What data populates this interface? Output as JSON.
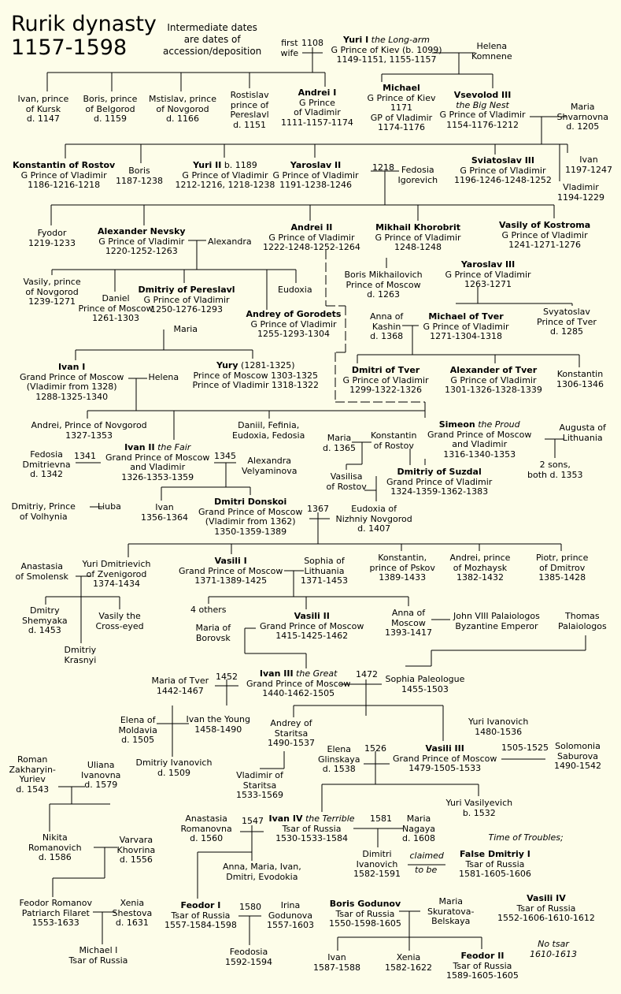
{
  "title": [
    "Rurik dynasty",
    "1157-1598"
  ],
  "subtitle": [
    "Intermediate dates",
    "are dates of",
    "accession/deposition"
  ],
  "people": [
    {
      "id": "yuri1",
      "lines": [
        {
          "b": "Yuri I",
          "i": " the Long-arm"
        },
        "G Prince of Kiev (b. 1099)",
        "1149-1151, 1155-1157"
      ]
    },
    {
      "id": "helena-komnene",
      "lines": [
        "Helena",
        "Komnene"
      ]
    },
    {
      "id": "first-wife",
      "lines": [
        "first",
        "wife"
      ]
    },
    {
      "id": "ivan-kursk",
      "lines": [
        "Ivan, prince",
        "of Kursk",
        "d. 1147"
      ]
    },
    {
      "id": "boris-belgorod",
      "lines": [
        "Boris, prince",
        "of Belgorod",
        "d. 1159"
      ]
    },
    {
      "id": "mstislav",
      "lines": [
        "Mstislav, prince",
        "of Novgorod",
        "d. 1166"
      ]
    },
    {
      "id": "rostislav",
      "lines": [
        "Rostislav",
        "prince of",
        "Pereslavl",
        "d. 1151"
      ]
    },
    {
      "id": "andrei1",
      "lines": [
        {
          "b": "Andrei I"
        },
        "G Prince",
        "of Vladimir",
        "1111-1157-1174"
      ]
    },
    {
      "id": "michael",
      "lines": [
        {
          "b": "Michael"
        },
        "G Prince of Kiev",
        "1171",
        "GP of Vladimir",
        "1174-1176"
      ]
    },
    {
      "id": "vsevolod3",
      "lines": [
        {
          "b": "Vsevolod III"
        },
        {
          "i": "the Big Nest"
        },
        "G Prince of Vladimir",
        "1154-1176-1212"
      ]
    },
    {
      "id": "maria-shvarnovna",
      "lines": [
        "Maria",
        "Shvarnovna",
        "d. 1205"
      ]
    },
    {
      "id": "konstantin-rostov",
      "lines": [
        {
          "b": "Konstantin of Rostov"
        },
        "G Prince of Vladimir",
        "1186-1216-1218"
      ]
    },
    {
      "id": "boris-1187",
      "lines": [
        "Boris",
        "1187-1238"
      ]
    },
    {
      "id": "yuri2",
      "lines": [
        {
          "b": "Yuri II",
          "t": " b. 1189"
        },
        "G Prince of Vladimir",
        "1212-1216, 1218-1238"
      ]
    },
    {
      "id": "yaroslav2",
      "lines": [
        {
          "b": "Yaroslav II"
        },
        "G Prince of Vladimir",
        "1191-1238-1246"
      ]
    },
    {
      "id": "fedosia-igorevich",
      "lines": [
        "Fedosia",
        "Igorevich"
      ]
    },
    {
      "id": "sviatoslav3",
      "lines": [
        {
          "b": "Sviatoslav III"
        },
        "G Prince of Vladimir",
        "1196-1246-1248-1252"
      ]
    },
    {
      "id": "ivan-1197",
      "lines": [
        "Ivan",
        "1197-1247"
      ]
    },
    {
      "id": "vladimir-1194",
      "lines": [
        "Vladimir",
        "1194-1229"
      ]
    },
    {
      "id": "fyodor",
      "lines": [
        "Fyodor",
        "1219-1233"
      ]
    },
    {
      "id": "nevsky",
      "lines": [
        {
          "b": "Alexander Nevsky"
        },
        "G Prince of Vladimir",
        "1220-1252-1263"
      ]
    },
    {
      "id": "alexandra",
      "lines": [
        "Alexandra"
      ]
    },
    {
      "id": "andrei2",
      "lines": [
        {
          "b": "Andrei II"
        },
        "G Prince of Vladimir",
        "1222-1248-1252-1264"
      ]
    },
    {
      "id": "mikhail-khorobrit",
      "lines": [
        {
          "b": "Mikhail Khorobrit"
        },
        "G Prince of Vladimir",
        "1248-1248"
      ]
    },
    {
      "id": "vasily-kostroma",
      "lines": [
        {
          "b": "Vasily of Kostroma"
        },
        "G Prince of Vladimir",
        "1241-1271-1276"
      ]
    },
    {
      "id": "vasily-novgorod",
      "lines": [
        "Vasily, prince",
        "of Novgorod",
        "1239-1271"
      ]
    },
    {
      "id": "daniel",
      "lines": [
        "Daniel",
        "Prince of Moscow",
        "1261-1303"
      ]
    },
    {
      "id": "maria-daniel",
      "lines": [
        "Maria"
      ]
    },
    {
      "id": "dmitriy-pereslavl",
      "lines": [
        {
          "b": "Dmitriy of Pereslavl"
        },
        "G Prince of Vladimir",
        "1250-1276-1293"
      ]
    },
    {
      "id": "eudoxia",
      "lines": [
        "Eudoxia"
      ]
    },
    {
      "id": "andrey-gorodets",
      "lines": [
        {
          "b": "Andrey of Gorodets"
        },
        "G Prince of Vladimir",
        "1255-1293-1304"
      ]
    },
    {
      "id": "boris-mikhailovich",
      "lines": [
        "Boris Mikhailovich",
        "Prince of Moscow",
        "d. 1263"
      ]
    },
    {
      "id": "yaroslav3",
      "lines": [
        {
          "b": "Yaroslav III"
        },
        "G Prince of Vladimir",
        "1263-1271"
      ]
    },
    {
      "id": "anna-kashin",
      "lines": [
        "Anna of",
        "Kashin",
        "d. 1368"
      ]
    },
    {
      "id": "michael-tver",
      "lines": [
        {
          "b": "Michael of Tver"
        },
        "G Prince of Vladimir",
        "1271-1304-1318"
      ]
    },
    {
      "id": "svyatoslav-tver",
      "lines": [
        "Svyatoslav",
        "Prince of Tver",
        "d. 1285"
      ]
    },
    {
      "id": "ivan1",
      "lines": [
        {
          "b": "Ivan I"
        },
        "Grand Prince of Moscow",
        "(Vladimir from 1328)",
        "1288-1325-1340"
      ]
    },
    {
      "id": "helena-ivan1",
      "lines": [
        "Helena"
      ]
    },
    {
      "id": "yury",
      "lines": [
        {
          "b": "Yury",
          "t": " (1281-1325)"
        },
        "Prince of Moscow 1303-1325",
        "Prince of Vladimir 1318-1322"
      ]
    },
    {
      "id": "dmitri-tver",
      "lines": [
        {
          "b": "Dmitri of Tver"
        },
        "G Prince of Vladimir",
        "1299-1322-1326"
      ]
    },
    {
      "id": "alexander-tver",
      "lines": [
        {
          "b": "Alexander of Tver"
        },
        "G Prince of Vladimir",
        "1301-1326-1328-1339"
      ]
    },
    {
      "id": "konstantin-1306",
      "lines": [
        "Konstantin",
        "1306-1346"
      ]
    },
    {
      "id": "andrei-novgorod",
      "lines": [
        "Andrei, Prince of Novgorod",
        "1327-1353"
      ]
    },
    {
      "id": "daniil-fefinia",
      "lines": [
        "Daniil, Fefinia,",
        "Eudoxia, Fedosia"
      ]
    },
    {
      "id": "maria-1365",
      "lines": [
        "Maria",
        "d. 1365"
      ]
    },
    {
      "id": "konstantin-rostov2",
      "lines": [
        "Konstantin",
        "of Rostov"
      ]
    },
    {
      "id": "simeon",
      "lines": [
        {
          "b": "Simeon",
          "i": " the Proud"
        },
        "Grand Prince of Moscow",
        "and Vladimir",
        "1316-1340-1353"
      ]
    },
    {
      "id": "augusta",
      "lines": [
        "Augusta of",
        "Lithuania"
      ]
    },
    {
      "id": "two-sons",
      "lines": [
        "2 sons,",
        "both d. 1353"
      ]
    },
    {
      "id": "fedosia-dmitrievna",
      "lines": [
        "Fedosia",
        "Dmitrievna",
        "d. 1342"
      ]
    },
    {
      "id": "y1341",
      "lines": [
        "1341"
      ]
    },
    {
      "id": "ivan2",
      "lines": [
        {
          "b": "Ivan II",
          "i": " the Fair"
        },
        "Grand Prince of Moscow",
        "and Vladimir",
        "1326-1353-1359"
      ]
    },
    {
      "id": "y1345",
      "lines": [
        "1345"
      ]
    },
    {
      "id": "alexandra-v",
      "lines": [
        "Alexandra",
        "Velyaminova"
      ]
    },
    {
      "id": "vasilisa",
      "lines": [
        "Vasilisa",
        "of Rostov"
      ]
    },
    {
      "id": "dmitriy-suzdal",
      "lines": [
        {
          "b": "Dmitriy of Suzdal"
        },
        "Grand Prince of Vladimir",
        "1324-1359-1362-1383"
      ]
    },
    {
      "id": "dmitriy-volhynia",
      "lines": [
        "Dmitriy, Prince",
        "of Volhynia"
      ]
    },
    {
      "id": "liuba",
      "lines": [
        "Liuba"
      ]
    },
    {
      "id": "ivan-1356",
      "lines": [
        "Ivan",
        "1356-1364"
      ]
    },
    {
      "id": "donskoi",
      "lines": [
        {
          "b": "Dmitri Donskoi"
        },
        "Grand Prince of Moscow",
        "(Vladimir from 1362)",
        "1350-1359-1389"
      ]
    },
    {
      "id": "y1367",
      "lines": [
        "1367"
      ]
    },
    {
      "id": "eudoxia-nizhny",
      "lines": [
        "Eudoxia of",
        "Nizhniy Novgorod",
        "d. 1407"
      ]
    },
    {
      "id": "anastasia-smolensk",
      "lines": [
        "Anastasia",
        "of Smolensk"
      ]
    },
    {
      "id": "yuri-zvenigorod",
      "lines": [
        "Yuri Dmitrievich",
        "of Zvenigorod",
        "1374-1434"
      ]
    },
    {
      "id": "vasili1",
      "lines": [
        {
          "b": "Vasili I"
        },
        "Grand Prince of Moscow",
        "1371-1389-1425"
      ]
    },
    {
      "id": "sophia-lithuania",
      "lines": [
        "Sophia of",
        "Lithuania",
        "1371-1453"
      ]
    },
    {
      "id": "konstantin-pskov",
      "lines": [
        "Konstantin,",
        "prince of Pskov",
        "1389-1433"
      ]
    },
    {
      "id": "andrei-mozhaysk",
      "lines": [
        "Andrei, prince",
        "of Mozhaysk",
        "1382-1432"
      ]
    },
    {
      "id": "piotr-dmitrov",
      "lines": [
        "Piotr, prince",
        "of Dmitrov",
        "1385-1428"
      ]
    },
    {
      "id": "dmitry-shemyaka",
      "lines": [
        "Dmitry",
        "Shemyaka",
        "d. 1453"
      ]
    },
    {
      "id": "vasily-crosseyed",
      "lines": [
        "Vasily the",
        "Cross-eyed"
      ]
    },
    {
      "id": "dmitriy-krasnyi",
      "lines": [
        "Dmitriy",
        "Krasnyi"
      ]
    },
    {
      "id": "four-others",
      "lines": [
        "4 others"
      ]
    },
    {
      "id": "maria-borovsk",
      "lines": [
        "Maria of",
        "Borovsk"
      ]
    },
    {
      "id": "vasili2",
      "lines": [
        {
          "b": "Vasili II"
        },
        "Grand Prince of Moscow",
        "1415-1425-1462"
      ]
    },
    {
      "id": "anna-moscow",
      "lines": [
        "Anna of",
        "Moscow",
        "1393-1417"
      ]
    },
    {
      "id": "john8",
      "lines": [
        "John VIII Palaiologos",
        "Byzantine Emperor"
      ]
    },
    {
      "id": "thomas",
      "lines": [
        "Thomas",
        "Palaiologos"
      ]
    },
    {
      "id": "maria-tver",
      "lines": [
        "Maria of Tver",
        "1442-1467"
      ]
    },
    {
      "id": "y1452",
      "lines": [
        "1452"
      ]
    },
    {
      "id": "ivan3",
      "lines": [
        {
          "b": "Ivan III",
          "i": " the Great"
        },
        "Grand Prince of Moscow",
        "1440-1462-1505"
      ]
    },
    {
      "id": "y1472",
      "lines": [
        "1472"
      ]
    },
    {
      "id": "sophia-paleologue",
      "lines": [
        "Sophia Paleologue",
        "1455-1503"
      ]
    },
    {
      "id": "elena-moldavia",
      "lines": [
        "Elena of",
        "Moldavia",
        "d. 1505"
      ]
    },
    {
      "id": "ivan-young",
      "lines": [
        "Ivan the Young",
        "1458-1490"
      ]
    },
    {
      "id": "andrey-staritsa",
      "lines": [
        "Andrey of",
        "Staritsa",
        "1490-1537"
      ]
    },
    {
      "id": "yuri-ivanovich",
      "lines": [
        "Yuri Ivanovich",
        "1480-1536"
      ]
    },
    {
      "id": "dmitriy-ivanovich",
      "lines": [
        "Dmitriy Ivanovich",
        "d. 1509"
      ]
    },
    {
      "id": "elena-glinskaya",
      "lines": [
        "Elena",
        "Glinskaya",
        "d. 1538"
      ]
    },
    {
      "id": "y1526",
      "lines": [
        "1526"
      ]
    },
    {
      "id": "vasili3",
      "lines": [
        {
          "b": "Vasili III"
        },
        "Grand Prince of Moscow",
        "1479-1505-1533"
      ]
    },
    {
      "id": "y1505-1525",
      "lines": [
        "1505-1525"
      ]
    },
    {
      "id": "solomonia",
      "lines": [
        "Solomonia",
        "Saburova",
        "1490-1542"
      ]
    },
    {
      "id": "roman",
      "lines": [
        "Roman",
        "Zakharyin-",
        "Yuriev",
        "d. 1543"
      ]
    },
    {
      "id": "uliana",
      "lines": [
        "Uliana",
        "Ivanovna",
        "d. 1579"
      ]
    },
    {
      "id": "vladimir-staritsa",
      "lines": [
        "Vladimir of",
        "Staritsa",
        "1533-1569"
      ]
    },
    {
      "id": "yuri-vasilyevich",
      "lines": [
        "Yuri Vasilyevich",
        "b. 1532"
      ]
    },
    {
      "id": "nikita",
      "lines": [
        "Nikita",
        "Romanovich",
        "d. 1586"
      ]
    },
    {
      "id": "varvara",
      "lines": [
        "Varvara",
        "Khovrina",
        "d. 1556"
      ]
    },
    {
      "id": "anastasia-romanovna",
      "lines": [
        "Anastasia",
        "Romanovna",
        "d. 1560"
      ]
    },
    {
      "id": "y1547",
      "lines": [
        "1547"
      ]
    },
    {
      "id": "ivan4",
      "lines": [
        {
          "b": "Ivan IV",
          "i": " the Terrible"
        },
        "Tsar of Russia",
        "1530-1533-1584"
      ]
    },
    {
      "id": "y1581",
      "lines": [
        "1581"
      ]
    },
    {
      "id": "maria-nagaya",
      "lines": [
        "Maria",
        "Nagaya",
        "d. 1608"
      ]
    },
    {
      "id": "time-troubles",
      "lines": [
        {
          "i": "Time of Troubles;"
        }
      ]
    },
    {
      "id": "anna-maria-ivan",
      "lines": [
        "Anna, Maria, Ivan,",
        "Dmitri, Evodokia"
      ]
    },
    {
      "id": "dimitri-ivanovich",
      "lines": [
        "Dimitri",
        "Ivanovich",
        "1582-1591"
      ]
    },
    {
      "id": "claimed",
      "lines": [
        {
          "i": "claimed"
        }
      ]
    },
    {
      "id": "to-be",
      "lines": [
        {
          "i": "to be"
        }
      ]
    },
    {
      "id": "false-dmitriy",
      "lines": [
        {
          "b": "False Dmitriy I"
        },
        "Tsar of Russia",
        "1581-1605-1606"
      ]
    },
    {
      "id": "feodor-romanov",
      "lines": [
        "Feodor Romanov",
        "Patriarch Filaret",
        "1553-1633"
      ]
    },
    {
      "id": "xenia-shestova",
      "lines": [
        "Xenia",
        "Shestova",
        "d. 1631"
      ]
    },
    {
      "id": "feodor1",
      "lines": [
        {
          "b": "Feodor I"
        },
        "Tsar of Russia",
        "1557-1584-1598"
      ]
    },
    {
      "id": "y1580",
      "lines": [
        "1580"
      ]
    },
    {
      "id": "irina",
      "lines": [
        "Irina",
        "Godunova",
        "1557-1603"
      ]
    },
    {
      "id": "boris-godunov",
      "lines": [
        {
          "b": "Boris Godunov"
        },
        "Tsar of Russia",
        "1550-1598-1605"
      ]
    },
    {
      "id": "maria-skuratova",
      "lines": [
        "Maria",
        "Skuratova-",
        "Belskaya"
      ]
    },
    {
      "id": "vasili4",
      "lines": [
        {
          "b": "Vasili IV"
        },
        "Tsar of Russia",
        "1552-1606-1610-1612"
      ]
    },
    {
      "id": "michael1",
      "lines": [
        "Michael I",
        "Tsar of Russia"
      ]
    },
    {
      "id": "feodosia",
      "lines": [
        "Feodosia",
        "1592-1594"
      ]
    },
    {
      "id": "ivan-1587",
      "lines": [
        "Ivan",
        "1587-1588"
      ]
    },
    {
      "id": "xenia-1582",
      "lines": [
        "Xenia",
        "1582-1622"
      ]
    },
    {
      "id": "feodor2",
      "lines": [
        {
          "b": "Feodor II"
        },
        "Tsar of Russia",
        "1589-1605-1605"
      ]
    },
    {
      "id": "no-tsar",
      "lines": [
        {
          "i": "No tsar"
        },
        {
          "i": "1610-1613"
        }
      ]
    },
    {
      "id": "y1108",
      "lines": [
        "1108"
      ]
    },
    {
      "id": "y1218",
      "lines": [
        "1218"
      ]
    }
  ]
}
